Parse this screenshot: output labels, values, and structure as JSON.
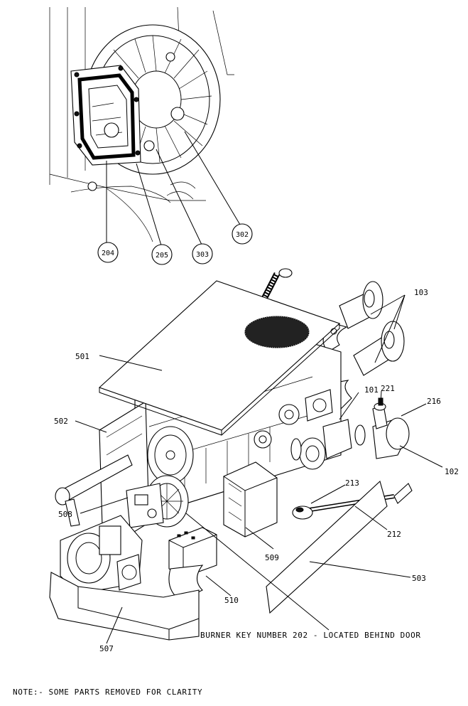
{
  "detail": {
    "callouts": [
      "204",
      "205",
      "303",
      "302"
    ]
  },
  "main": {
    "labels": {
      "p103": "103",
      "p501": "501",
      "p101": "101",
      "p221": "221",
      "p216": "216",
      "p502": "502",
      "p102": "102",
      "p508": "508",
      "p213": "213",
      "p212": "212",
      "p509": "509",
      "p503": "503",
      "p510": "510",
      "p507": "507"
    }
  },
  "burner_note": "BURNER KEY NUMBER 202 - LOCATED BEHIND DOOR",
  "footer_note": "NOTE:- SOME PARTS REMOVED FOR CLARITY"
}
